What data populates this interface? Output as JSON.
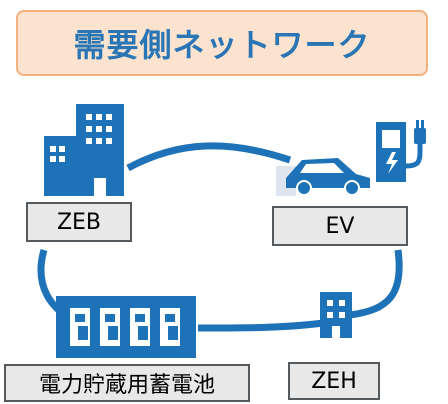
{
  "title": "需要側ネットワーク",
  "colors": {
    "accent": "#1e73b8",
    "title_bg": "#fbe3cf",
    "title_border": "#f3b17e",
    "title_text": "#2a75b3",
    "label_bg": "#e8e8e8",
    "label_border": "#555a5f"
  },
  "nodes": [
    {
      "id": "zeb",
      "label": "ZEB",
      "icon": "office-building-icon"
    },
    {
      "id": "ev",
      "label": "EV",
      "icon": "car-charger-icon"
    },
    {
      "id": "storage",
      "label": "電力貯蔵用蓄電池",
      "icon": "battery-bank-icon"
    },
    {
      "id": "zeh",
      "label": "ZEH",
      "icon": "house-icon"
    }
  ]
}
